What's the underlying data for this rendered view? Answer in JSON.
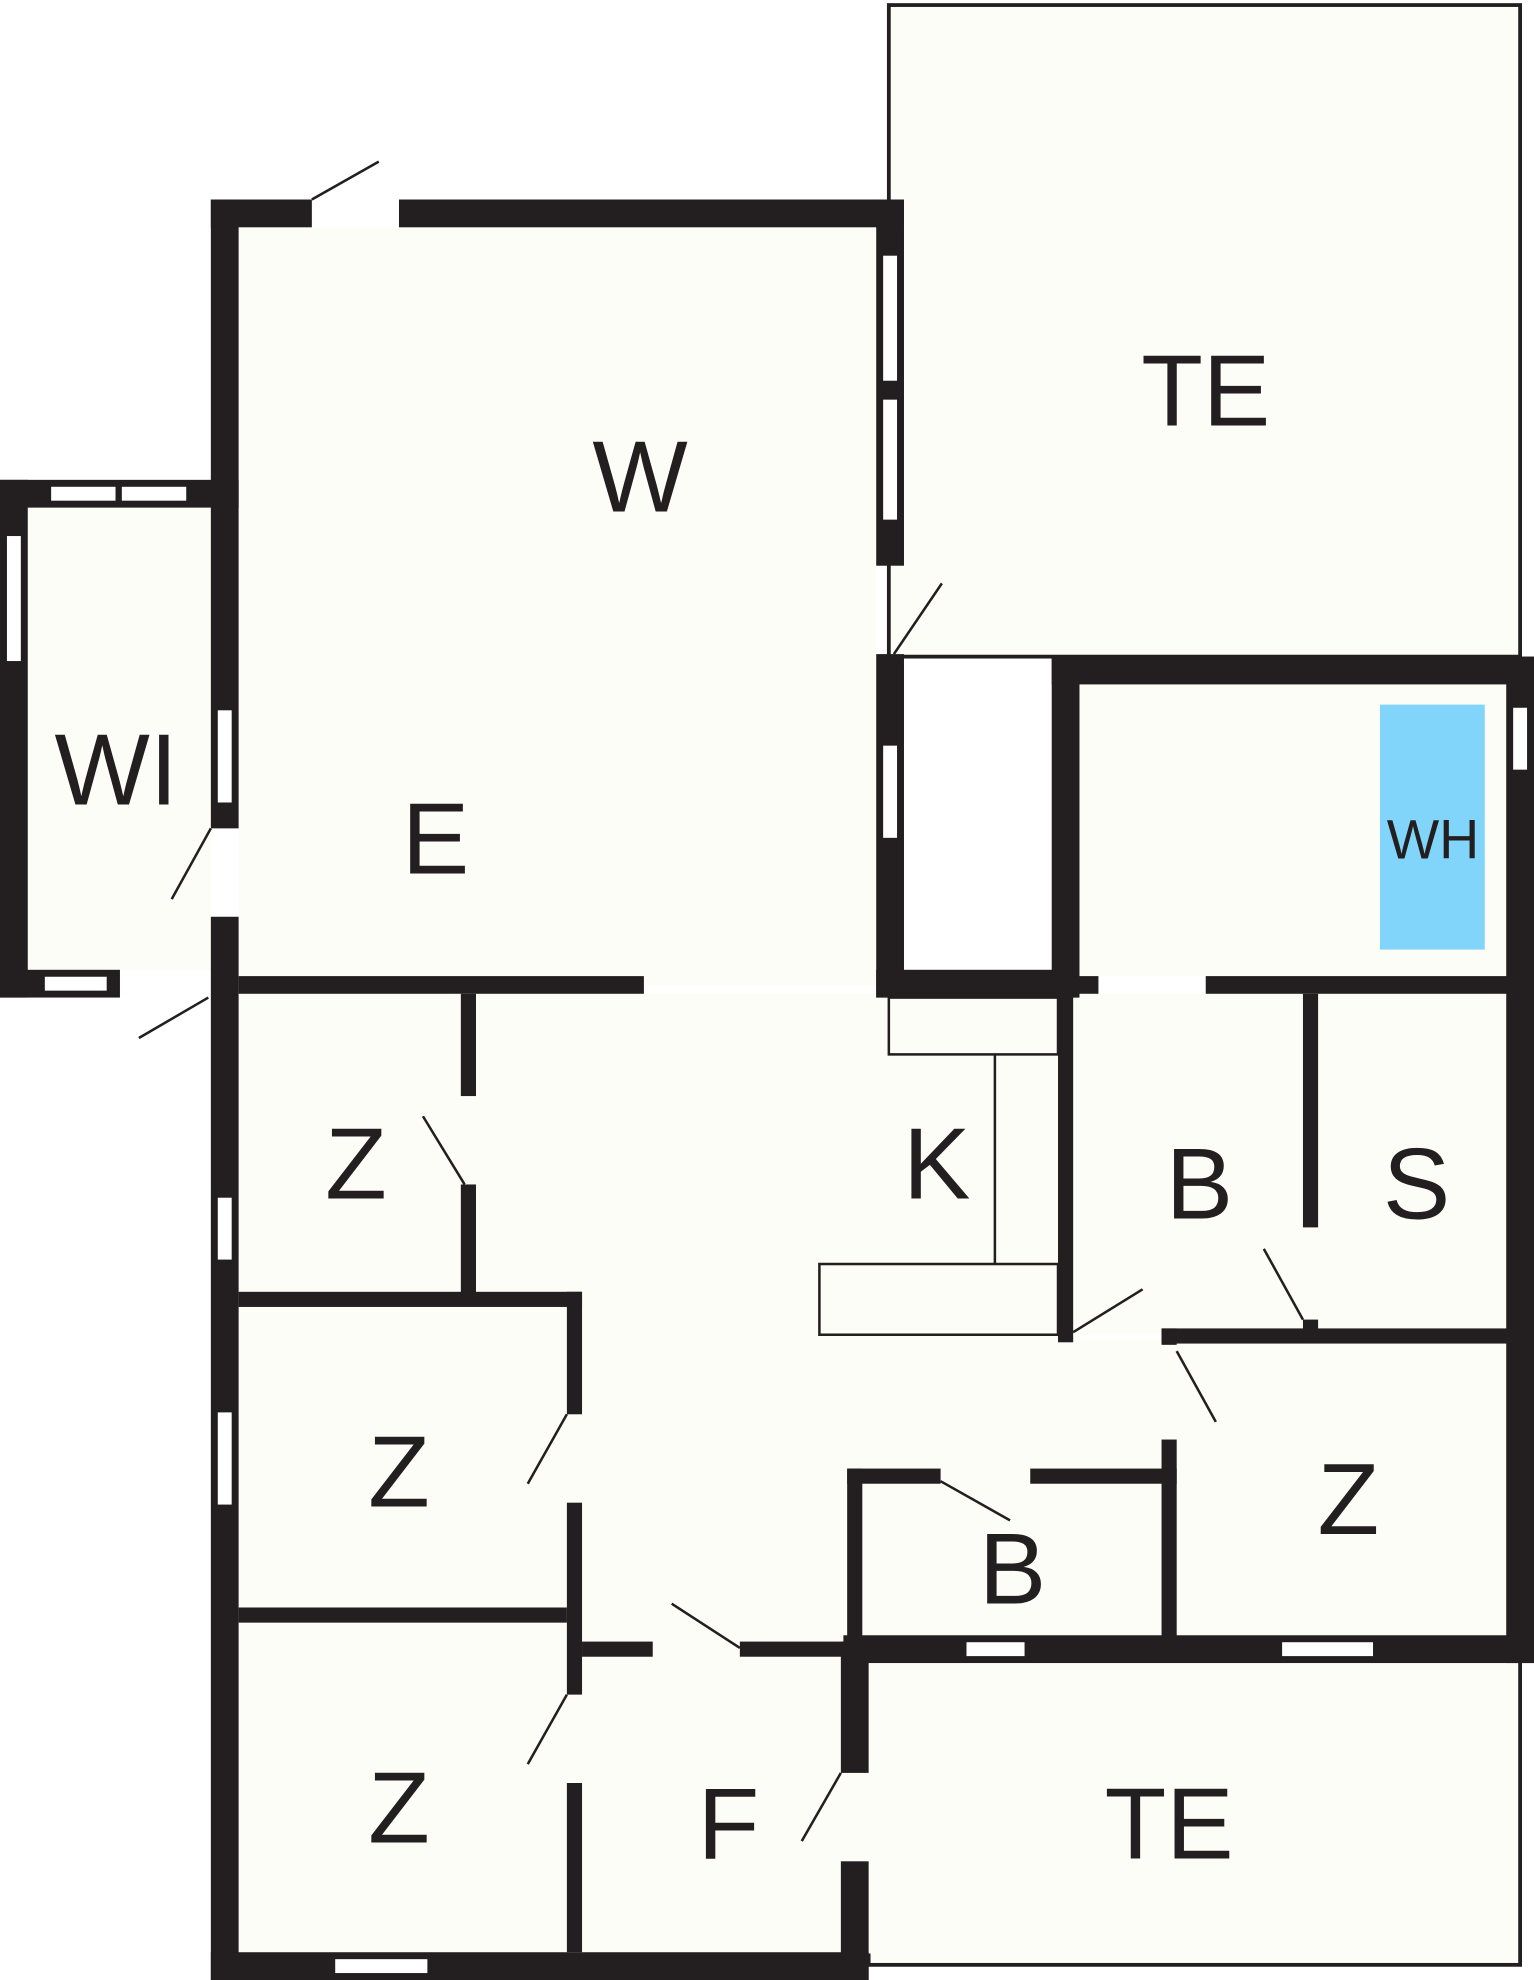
{
  "title": "Floor plan",
  "rooms": {
    "terrace_top": "TE",
    "living": "W",
    "conservatory": "WI",
    "dining": "E",
    "bedroom_1": "Z",
    "kitchen": "K",
    "bathroom_upper": "B",
    "storage": "S",
    "whirlpool": "WH",
    "bedroom_2": "Z",
    "bedroom_right": "Z",
    "bathroom_lower": "B",
    "bedroom_3": "Z",
    "hallway": "F",
    "terrace_bottom": "TE"
  },
  "colors": {
    "wall": "#231f20",
    "floor": "#fdfdf7",
    "whirlpool": "#81d4fa"
  }
}
